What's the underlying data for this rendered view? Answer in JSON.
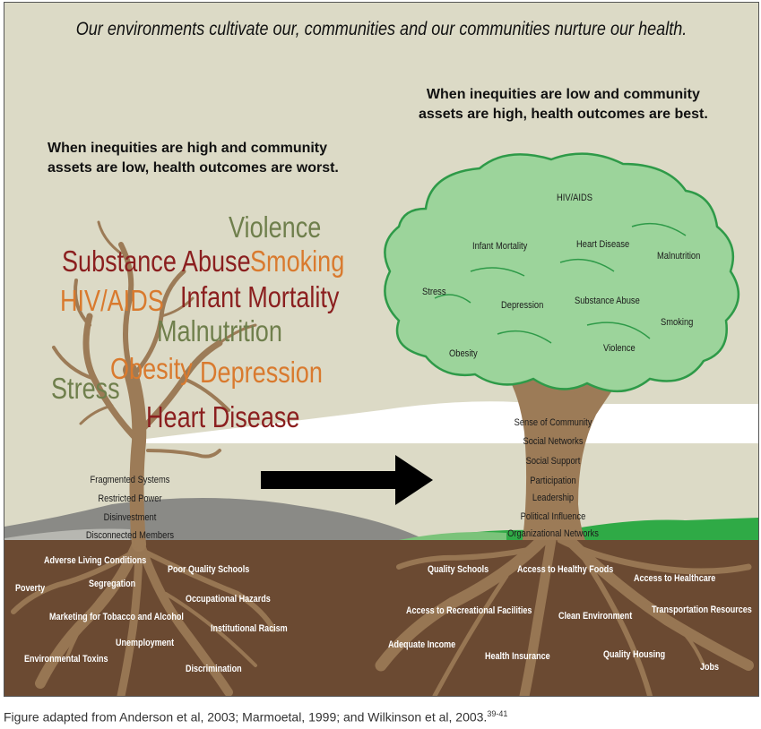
{
  "headline": "Our environments cultivate our, communities and our communities nurture our health.",
  "left_caption": {
    "line1": "When inequities are high and community",
    "line2": "assets are low, health outcomes are worst."
  },
  "right_caption": {
    "line1": "When inequities are low and community",
    "line2": "assets are high, health outcomes are best."
  },
  "left_tree": {
    "outcomes": {
      "violence": "Violence",
      "substance_abuse": "Substance Abuse",
      "smoking": "Smoking",
      "hiv_aids": "HIV/AIDS",
      "infant_mortality": "Infant Mortality",
      "malnutrition": "Malnutrition",
      "stress": "Stress",
      "obesity": "Obesity",
      "depression": "Depression",
      "heart_disease": "Heart Disease"
    },
    "trunk": [
      "Fragmented Systems",
      "Restricted Power",
      "Disinvestment",
      "Disconnected Members"
    ],
    "roots": {
      "adverse_living": "Adverse Living Conditions",
      "poor_schools": "Poor Quality Schools",
      "poverty": "Poverty",
      "segregation": "Segregation",
      "occupational": "Occupational Hazards",
      "marketing": "Marketing for Tobacco and Alcohol",
      "institutional_racism": "Institutional Racism",
      "unemployment": "Unemployment",
      "toxins": "Environmental Toxins",
      "discrimination": "Discrimination"
    }
  },
  "right_tree": {
    "outcomes": {
      "hiv_aids": "HIV/AIDS",
      "infant_mortality": "Infant Mortality",
      "heart_disease": "Heart Disease",
      "malnutrition": "Malnutrition",
      "stress": "Stress",
      "depression": "Depression",
      "substance_abuse": "Substance Abuse",
      "smoking": "Smoking",
      "obesity": "Obesity",
      "violence": "Violence"
    },
    "trunk": [
      "Sense of Community",
      "Social Networks",
      "Social Support",
      "Participation",
      "Leadership",
      "Political Influence",
      "Organizational Networks"
    ],
    "roots": {
      "quality_schools": "Quality Schools",
      "healthy_foods": "Access to Healthy Foods",
      "healthcare": "Access to Healthcare",
      "recreational": "Access to Recreational Facilities",
      "clean_env": "Clean Environment",
      "transportation": "Transportation Resources",
      "income": "Adequate Income",
      "insurance": "Health Insurance",
      "housing": "Quality Housing",
      "jobs": "Jobs"
    }
  },
  "footnote": {
    "text": "Figure adapted from Anderson et al, 2003; Marmoetal, 1999; and Wilkinson et al, 2003.",
    "superscript": "39-41"
  },
  "colors": {
    "sky": "#dcdac6",
    "soil": "#6b4a32",
    "trunk": "#9c7b57",
    "canopy": "#9cd49b",
    "canopy_edge": "#2e9a48",
    "grass": "#3fa54a",
    "outcome_red": "#8b1f1f",
    "outcome_orange": "#d97a2e",
    "outcome_green": "#6f7f4c"
  }
}
